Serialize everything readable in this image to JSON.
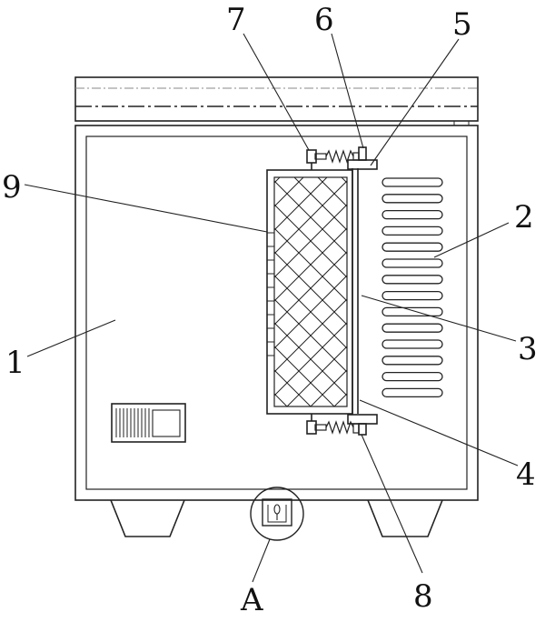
{
  "labels": {
    "n1": "1",
    "n2": "2",
    "n3": "3",
    "n4": "4",
    "n5": "5",
    "n6": "6",
    "n7": "7",
    "n8": "8",
    "n9": "9",
    "detail": "A"
  },
  "colors": {
    "line": "#222222",
    "light_line": "#8a8a8a",
    "background": "#ffffff"
  }
}
